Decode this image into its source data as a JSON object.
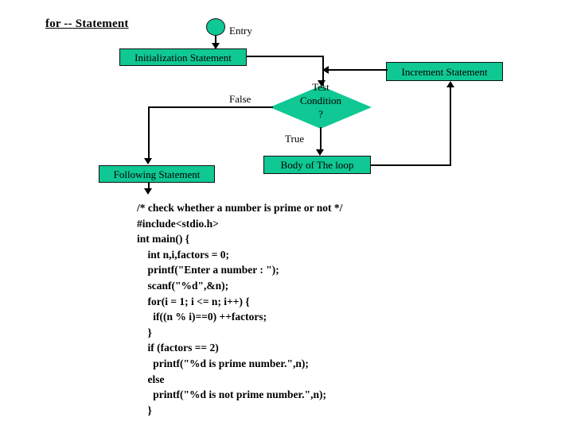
{
  "title": "for -- Statement",
  "flowchart": {
    "entry": {
      "label": "Entry",
      "shape": "ellipse",
      "fill": "#0FC894"
    },
    "nodes": [
      {
        "id": "initialization",
        "label": "Initialization Statement",
        "shape": "rect"
      },
      {
        "id": "increment",
        "label": "Increment Statement",
        "shape": "rect"
      },
      {
        "id": "decision",
        "label": "Test\nCondition\n?",
        "shape": "diamond"
      },
      {
        "id": "body",
        "label": "Body of The loop",
        "shape": "rect"
      },
      {
        "id": "following",
        "label": "Following Statement",
        "shape": "rect"
      }
    ],
    "edge_labels": {
      "false": "False",
      "true": "True"
    },
    "colors": {
      "node_fill": "#0FC894",
      "node_border": "#111111",
      "connector": "#000000",
      "background": "#FFFFFF",
      "text": "#000000"
    }
  },
  "code": {
    "language": "c",
    "lines": [
      "/* check whether a number is prime or not */",
      "#include<stdio.h>",
      "int main() {",
      "    int n,i,factors = 0;",
      "    printf(\"Enter a number : \");",
      "    scanf(\"%d\",&n);",
      "    for(i = 1; i <= n; i++) {",
      "      if((n % i)==0) ++factors;",
      "    }",
      "    if (factors == 2)",
      "      printf(\"%d is prime number.\",n);",
      "    else",
      "      printf(\"%d is not prime number.\",n);",
      "    }"
    ]
  }
}
